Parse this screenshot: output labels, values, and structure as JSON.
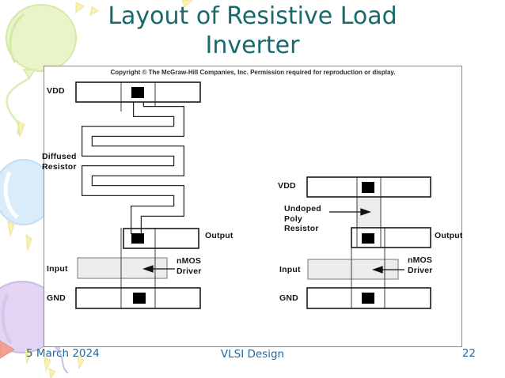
{
  "slide": {
    "title": "Layout of Resistive Load\nInverter"
  },
  "figure": {
    "copyright": "Copyright © The McGraw-Hill Companies, Inc. Permission required for reproduction or display.",
    "left": {
      "vdd": "VDD",
      "resistor": "Diffused\nResistor",
      "output": "Output",
      "input": "Input",
      "driver": "nMOS\nDriver",
      "gnd": "GND"
    },
    "right": {
      "vdd": "VDD",
      "resistor": "Undoped\nPoly\nResistor",
      "output": "Output",
      "input": "Input",
      "driver": "nMOS\nDriver",
      "gnd": "GND"
    }
  },
  "footer": {
    "date": "5 March 2024",
    "course": "VLSI Design",
    "page": "22"
  },
  "colors": {
    "title_text": "#17696b",
    "footer_text": "#26689a",
    "diagram_line": "#1a1a1a",
    "poly_fill": "#ececec",
    "contact_fill": "#000000",
    "balloon_green": "#e9f4c9",
    "balloon_blue": "#d9ecfb",
    "balloon_purple": "#e2d4f2",
    "confetti_yellow": "#f8f2ae",
    "confetti_coral": "#f2a091"
  }
}
